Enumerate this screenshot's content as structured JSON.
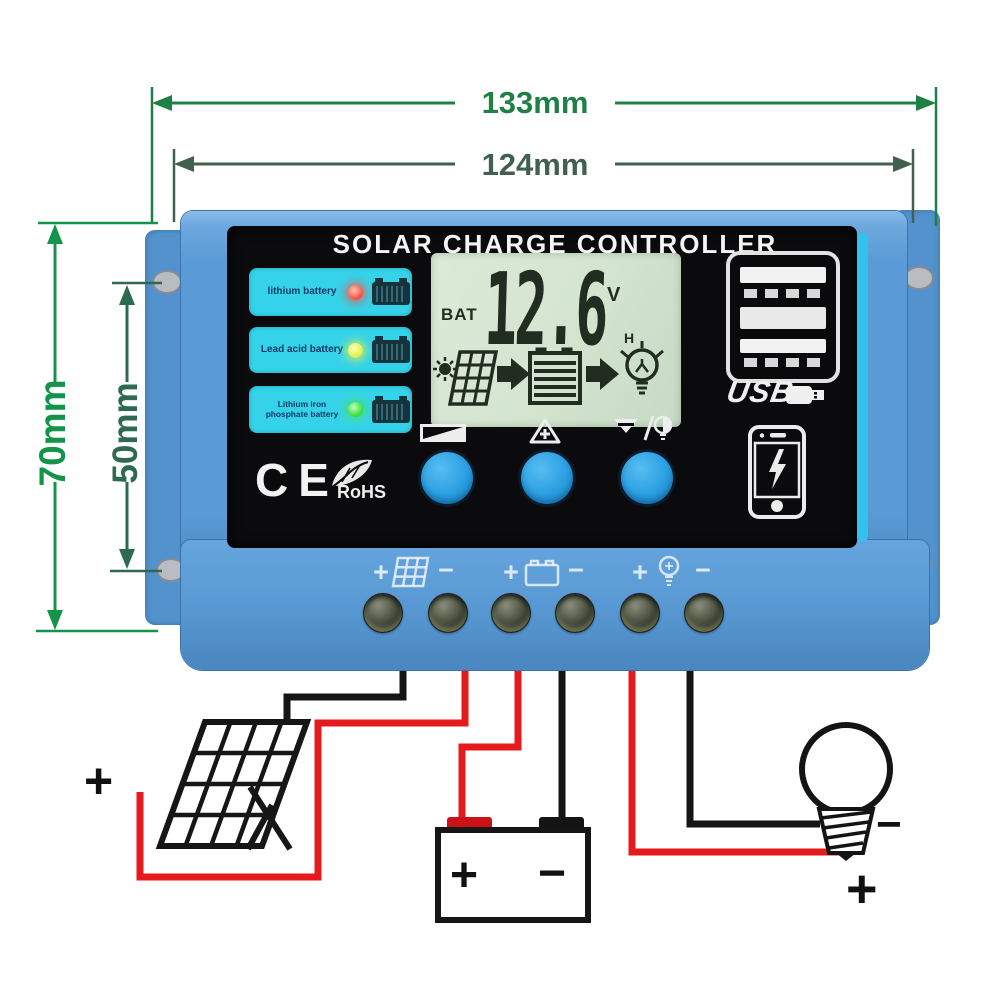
{
  "dimensions": {
    "outer_width": "133mm",
    "inner_width": "124mm",
    "outer_height": "70mm",
    "inner_height": "50mm"
  },
  "panel": {
    "title": "SOLAR CHARGE CONTROLLER",
    "battery_types": [
      {
        "label": "lithium battery",
        "led": "red"
      },
      {
        "label": "Lead acid battery",
        "led": "yellow"
      },
      {
        "label": "Lithium iron phosphate battery",
        "led": "green"
      }
    ],
    "lcd": {
      "label": "BAT",
      "voltage": "12.6",
      "unit": "V",
      "load_hour_label": "H"
    },
    "usb": {
      "label": "USB"
    },
    "marks": {
      "ce": "CE",
      "rohs": "RoHS"
    }
  },
  "terminals": {
    "plus": "+",
    "minus": "−"
  },
  "wiring": {
    "solar_positive": "+",
    "battery_positive": "+",
    "battery_negative": "−",
    "load_negative": "−",
    "load_positive": "+",
    "positive_wire_color": "#e41a1c",
    "negative_wire_color": "#151515"
  },
  "colors": {
    "dimension_green": "#1e8045",
    "dimension_dark_green": "#41604f",
    "body_blue": "#5b9bd5",
    "label_cyan": "#35d3e9",
    "lcd_green": "#d3e4cf",
    "button_blue": "#2a9fe2"
  }
}
